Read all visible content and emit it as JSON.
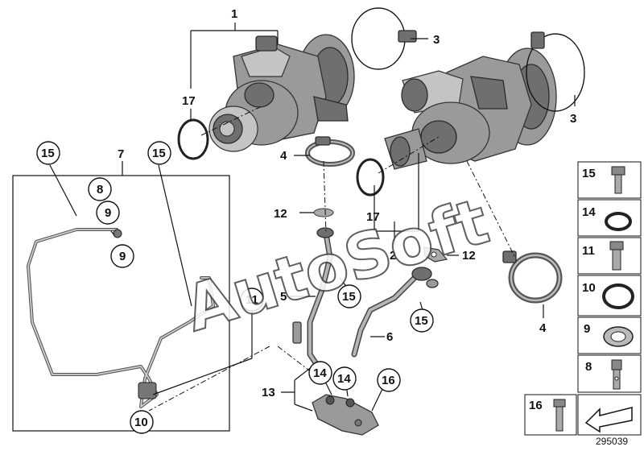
{
  "callouts": {
    "c1": "1",
    "c3a": "3",
    "c3b": "3",
    "c17a": "17",
    "c7": "7",
    "c15a": "15",
    "c15b": "15",
    "c8": "8",
    "c9a": "9",
    "c9b": "9",
    "c4a": "4",
    "c12a": "12",
    "c17b": "17",
    "c2": "2",
    "c12b": "12",
    "c5": "5",
    "c15c": "15",
    "c15d": "15",
    "c11": "11",
    "c6": "6",
    "c4b": "4",
    "c13": "13",
    "c14a": "14",
    "c14b": "14",
    "c16": "16",
    "c10": "10"
  },
  "legend": [
    {
      "number": "15",
      "icon": "bolt-icon"
    },
    {
      "number": "14",
      "icon": "seal-ring-icon"
    },
    {
      "number": "11",
      "icon": "hollow-bolt-icon"
    },
    {
      "number": "10",
      "icon": "o-ring-icon"
    },
    {
      "number": "9",
      "icon": "washer-icon"
    },
    {
      "number": "8",
      "icon": "banjo-bolt-icon"
    },
    {
      "number": "16",
      "icon": "stud-bolt-icon"
    }
  ],
  "catalog_number": "295039",
  "watermark": "AutoSoft"
}
